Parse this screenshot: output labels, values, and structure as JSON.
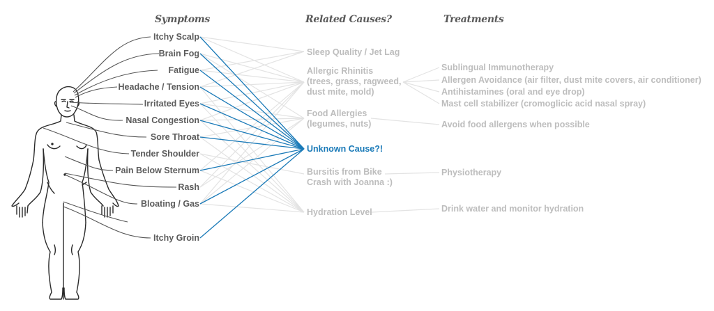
{
  "headings": {
    "symptoms": "Symptoms",
    "causes": "Related Causes?",
    "treatments": "Treatments"
  },
  "colors": {
    "highlight": "#1a7ab8",
    "muted_text": "#bdbdbd",
    "muted_line": "#e3e3e3",
    "symptom_text": "#5c5c5c",
    "pointer_line": "#555555"
  },
  "symptoms": [
    {
      "label": "Itchy Scalp"
    },
    {
      "label": "Brain Fog"
    },
    {
      "label": "Fatigue"
    },
    {
      "label": "Headache / Tension"
    },
    {
      "label": "Irritated Eyes"
    },
    {
      "label": "Nasal Congestion"
    },
    {
      "label": "Sore Throat"
    },
    {
      "label": "Tender Shoulder"
    },
    {
      "label": "Pain Below Sternum"
    },
    {
      "label": "Rash"
    },
    {
      "label": "Bloating / Gas"
    },
    {
      "label": "Itchy Groin"
    }
  ],
  "causes": [
    {
      "lines": [
        "Sleep Quality / Jet Lag"
      ],
      "highlight": false
    },
    {
      "lines": [
        "Allergic Rhinitis",
        "(trees, grass, ragweed,",
        "dust mite, mold)"
      ],
      "highlight": false
    },
    {
      "lines": [
        "Food Allergies",
        "(legumes, nuts)"
      ],
      "highlight": false
    },
    {
      "lines": [
        "Unknown Cause?!"
      ],
      "highlight": true
    },
    {
      "lines": [
        "Bursitis from Bike",
        "Crash with Joanna :)"
      ],
      "highlight": false
    },
    {
      "lines": [
        "Hydration Level"
      ],
      "highlight": false
    }
  ],
  "treatments": [
    {
      "label": "Sublingual Immunotherapy",
      "cause": 1
    },
    {
      "label": "Allergen Avoidance (air filter, dust mite covers, air conditioner)",
      "cause": 1
    },
    {
      "label": "Antihistamines (oral and eye drop)",
      "cause": 1
    },
    {
      "label": "Mast cell stabilizer (cromoglicic acid nasal spray)",
      "cause": 1
    },
    {
      "label": "Avoid food allergens when possible",
      "cause": 2
    },
    {
      "label": "Physiotherapy",
      "cause": 4
    },
    {
      "label": "Drink water and monitor hydration",
      "cause": 5
    }
  ],
  "links": {
    "highlighted_cause": 3,
    "highlighted_symptoms": [
      0,
      1,
      2,
      3,
      4,
      5,
      6,
      8,
      10,
      11
    ],
    "muted": [
      [
        0,
        1
      ],
      [
        0,
        0
      ],
      [
        1,
        1
      ],
      [
        1,
        2
      ],
      [
        2,
        0
      ],
      [
        2,
        1
      ],
      [
        3,
        0
      ],
      [
        3,
        1
      ],
      [
        3,
        5
      ],
      [
        4,
        1
      ],
      [
        4,
        2
      ],
      [
        4,
        5
      ],
      [
        5,
        1
      ],
      [
        5,
        2
      ],
      [
        5,
        5
      ],
      [
        6,
        2
      ],
      [
        6,
        5
      ],
      [
        7,
        4
      ],
      [
        7,
        5
      ],
      [
        8,
        1
      ],
      [
        8,
        5
      ],
      [
        9,
        1
      ],
      [
        9,
        2
      ],
      [
        10,
        2
      ],
      [
        10,
        1
      ],
      [
        10,
        5
      ]
    ]
  }
}
